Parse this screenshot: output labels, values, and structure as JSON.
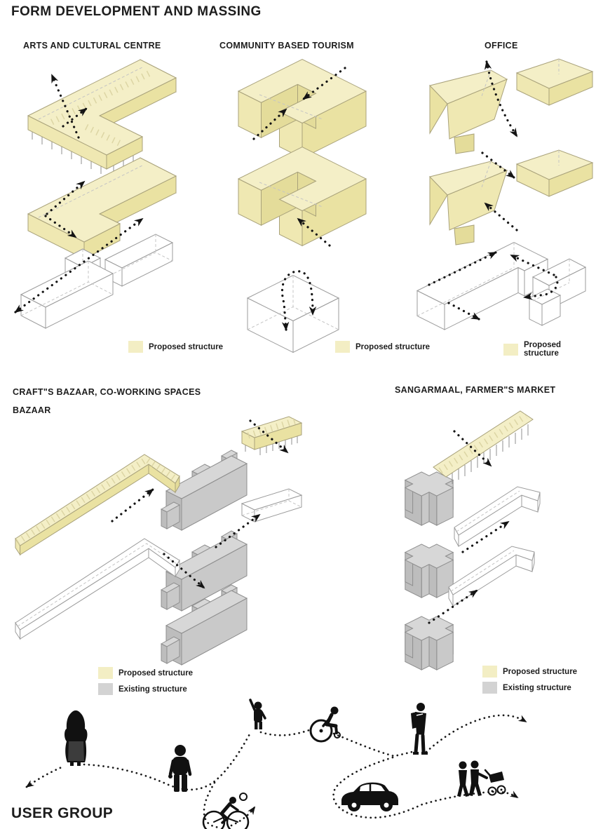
{
  "page": {
    "title": "FORM DEVELOPMENT AND MASSING"
  },
  "labels": {
    "proposed": "Proposed structure",
    "existing": "Existing structure"
  },
  "colors": {
    "proposed_fill": "#F3EEC4",
    "existing_fill": "#D3D3D3",
    "ink": "#141414"
  },
  "sections": {
    "top": {
      "columns": [
        {
          "title": "ARTS AND CULTURAL CENTRE",
          "diagrams": [
            "l-slab-on-stilts",
            "l-slab",
            "outline-blocks-trio"
          ],
          "legend": [
            {
              "label": "Proposed structure",
              "color": "#F3EEC4"
            }
          ]
        },
        {
          "title": "COMMUNITY BASED TOURISM",
          "diagrams": [
            "u-mass",
            "u-mass",
            "outline-cube"
          ],
          "legend": [
            {
              "label": "Proposed structure",
              "color": "#F3EEC4"
            }
          ]
        },
        {
          "title": "OFFICE",
          "diagrams": [
            "wedge-pair",
            "wedge-pair",
            "outline-l-pair"
          ],
          "legend": [
            {
              "label": "Proposed structure",
              "color": "#F3EEC4"
            }
          ]
        }
      ]
    },
    "middle": {
      "columns": [
        {
          "title_line1": "CRAFT\"S BAZAAR, CO-WORKING SPACES",
          "title_line2": "BAZAAR",
          "diagrams": [
            "bent-bar-proposed",
            "existing-bar-block",
            "stilted-box"
          ],
          "legend": [
            {
              "label": "Proposed structure",
              "color": "#F3EEC4"
            },
            {
              "label": "Existing structure",
              "color": "#D3D3D3"
            }
          ]
        },
        {
          "title": "SANGARMAAL, FARMER\"S MARKET",
          "diagrams": [
            "cross-block-with-canopy",
            "cross-block-with-outline-bar",
            "cross-block-with-outline-bar"
          ],
          "legend": [
            {
              "label": "Proposed structure",
              "color": "#F3EEC4"
            },
            {
              "label": "Existing structure",
              "color": "#D3D3D3"
            }
          ]
        }
      ]
    },
    "user_group": {
      "title": "USER GROUP",
      "figures": [
        "elderly-woman",
        "standing-adult",
        "child-raising-hand",
        "wheelchair-user",
        "person-with-backpack",
        "cyclist",
        "car",
        "family-with-stroller"
      ]
    }
  }
}
